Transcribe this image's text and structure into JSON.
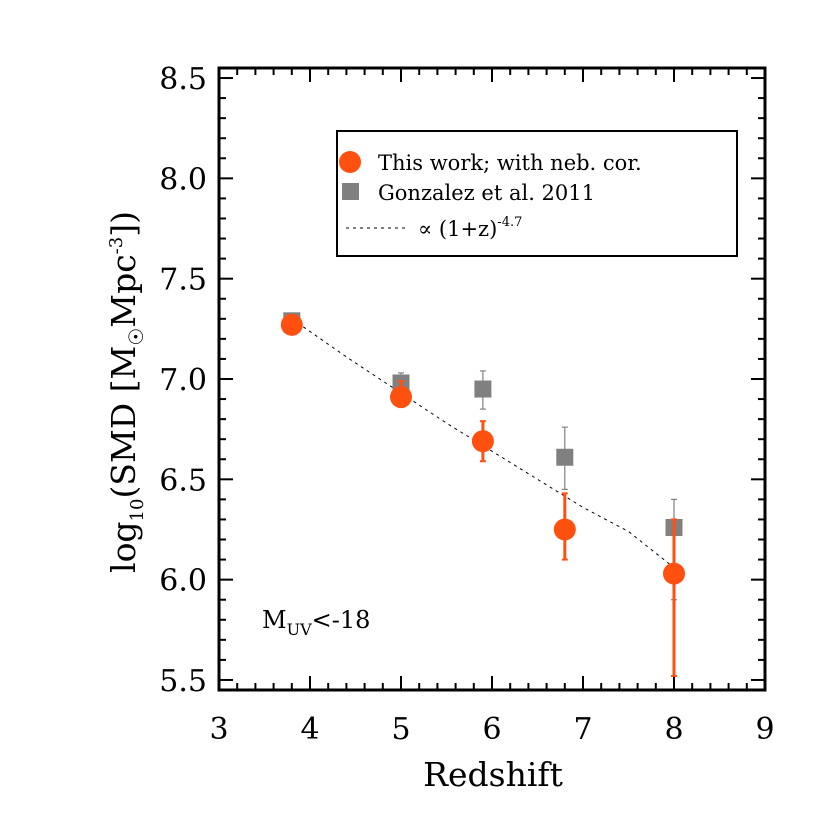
{
  "chart_data": {
    "type": "scatter",
    "xlabel": "Redshift",
    "ylabel_parts": {
      "pre": "log",
      "sub": "10",
      "mid": "(SMD [M",
      "sun": "☉",
      "mid2": "Mpc",
      "sup": "-3",
      "end": "])"
    },
    "xlim": [
      3,
      9
    ],
    "ylim": [
      5.45,
      8.55
    ],
    "xticks": [
      3,
      4,
      5,
      6,
      7,
      8,
      9
    ],
    "xtick_labels": [
      "3",
      "4",
      "5",
      "6",
      "7",
      "8",
      "9"
    ],
    "yticks": [
      5.5,
      6.0,
      6.5,
      7.0,
      7.5,
      8.0,
      8.5
    ],
    "ytick_labels": [
      "5.5",
      "6.0",
      "6.5",
      "7.0",
      "7.5",
      "8.0",
      "8.5"
    ],
    "grid": false,
    "legend_position": "top-right",
    "colors": {
      "this_work": "#ff5010",
      "gonzalez": "#808080",
      "fit": "#000000"
    },
    "series": [
      {
        "name": "This work; with neb. cor.",
        "marker": "circle",
        "x": [
          3.8,
          5.0,
          5.9,
          6.8,
          8.0
        ],
        "y": [
          7.27,
          6.91,
          6.69,
          6.25,
          6.03
        ],
        "err_lo": [
          7.27,
          6.86,
          6.59,
          6.1,
          5.52
        ],
        "err_hi": [
          7.27,
          6.99,
          6.79,
          6.43,
          6.3
        ]
      },
      {
        "name": "Gonzalez et al. 2011",
        "marker": "square",
        "x": [
          3.8,
          5.0,
          5.9,
          6.8,
          8.0
        ],
        "y": [
          7.29,
          6.98,
          6.95,
          6.61,
          6.26
        ],
        "err_lo": [
          7.29,
          6.93,
          6.85,
          6.45,
          5.9
        ],
        "err_hi": [
          7.29,
          7.03,
          7.04,
          6.76,
          6.4
        ]
      }
    ],
    "fit_line": {
      "name_parts": {
        "pre": "∝ (1+z)",
        "sup": "-4.7"
      },
      "x": [
        3.8,
        4.4,
        5.0,
        5.5,
        6.0,
        6.5,
        7.0,
        7.5,
        8.0
      ],
      "y": [
        7.3,
        7.11,
        6.93,
        6.78,
        6.64,
        6.5,
        6.36,
        6.24,
        6.06
      ]
    },
    "annotation": {
      "main": "M",
      "sub": "UV",
      "rest": "<-18"
    }
  }
}
